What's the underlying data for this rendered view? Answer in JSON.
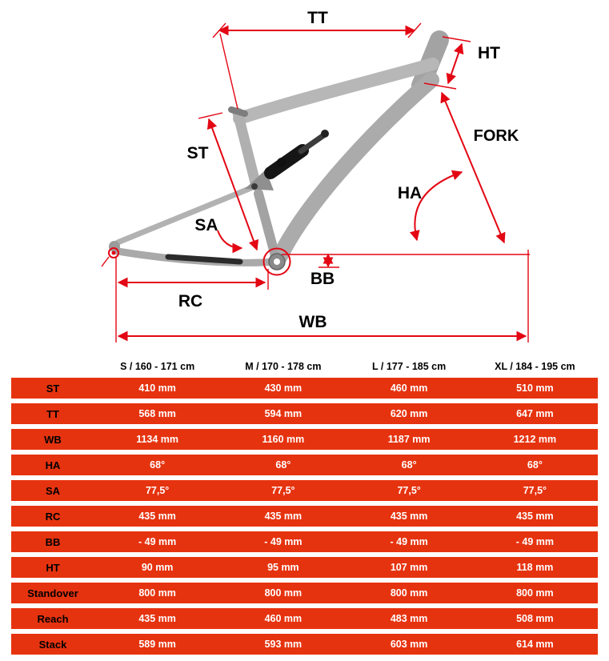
{
  "diagram": {
    "labels": {
      "tt": "TT",
      "ht": "HT",
      "fork": "FORK",
      "ha": "HA",
      "st": "ST",
      "sa": "SA",
      "bb": "BB",
      "rc": "RC",
      "wb": "WB"
    }
  },
  "table": {
    "header": [
      "",
      "S / 160 - 171 cm",
      "M / 170 - 178 cm",
      "L / 177 - 185 cm",
      "XL / 184 - 195 cm"
    ],
    "rows": [
      {
        "label": "ST",
        "values": [
          "410 mm",
          "430 mm",
          "460 mm",
          "510 mm"
        ]
      },
      {
        "label": "TT",
        "values": [
          "568 mm",
          "594 mm",
          "620 mm",
          "647 mm"
        ]
      },
      {
        "label": "WB",
        "values": [
          "1134 mm",
          "1160 mm",
          "1187 mm",
          "1212 mm"
        ]
      },
      {
        "label": "HA",
        "values": [
          "68°",
          "68°",
          "68°",
          "68°"
        ]
      },
      {
        "label": "SA",
        "values": [
          "77,5°",
          "77,5°",
          "77,5°",
          "77,5°"
        ]
      },
      {
        "label": "RC",
        "values": [
          "435 mm",
          "435 mm",
          "435 mm",
          "435 mm"
        ]
      },
      {
        "label": "BB",
        "values": [
          "- 49 mm",
          "- 49 mm",
          "- 49 mm",
          "- 49 mm"
        ]
      },
      {
        "label": "HT",
        "values": [
          "90 mm",
          "95 mm",
          "107 mm",
          "118 mm"
        ]
      },
      {
        "label": "Standover",
        "values": [
          "800 mm",
          "800 mm",
          "800 mm",
          "800 mm"
        ]
      },
      {
        "label": "Reach",
        "values": [
          "435 mm",
          "460 mm",
          "483 mm",
          "508 mm"
        ]
      },
      {
        "label": "Stack",
        "values": [
          "589 mm",
          "593 mm",
          "603 mm",
          "614 mm"
        ]
      }
    ]
  },
  "colors": {
    "annotation_red": "#e30613",
    "row_red": "#e6330f",
    "frame_gray": "#b0b0b0"
  }
}
